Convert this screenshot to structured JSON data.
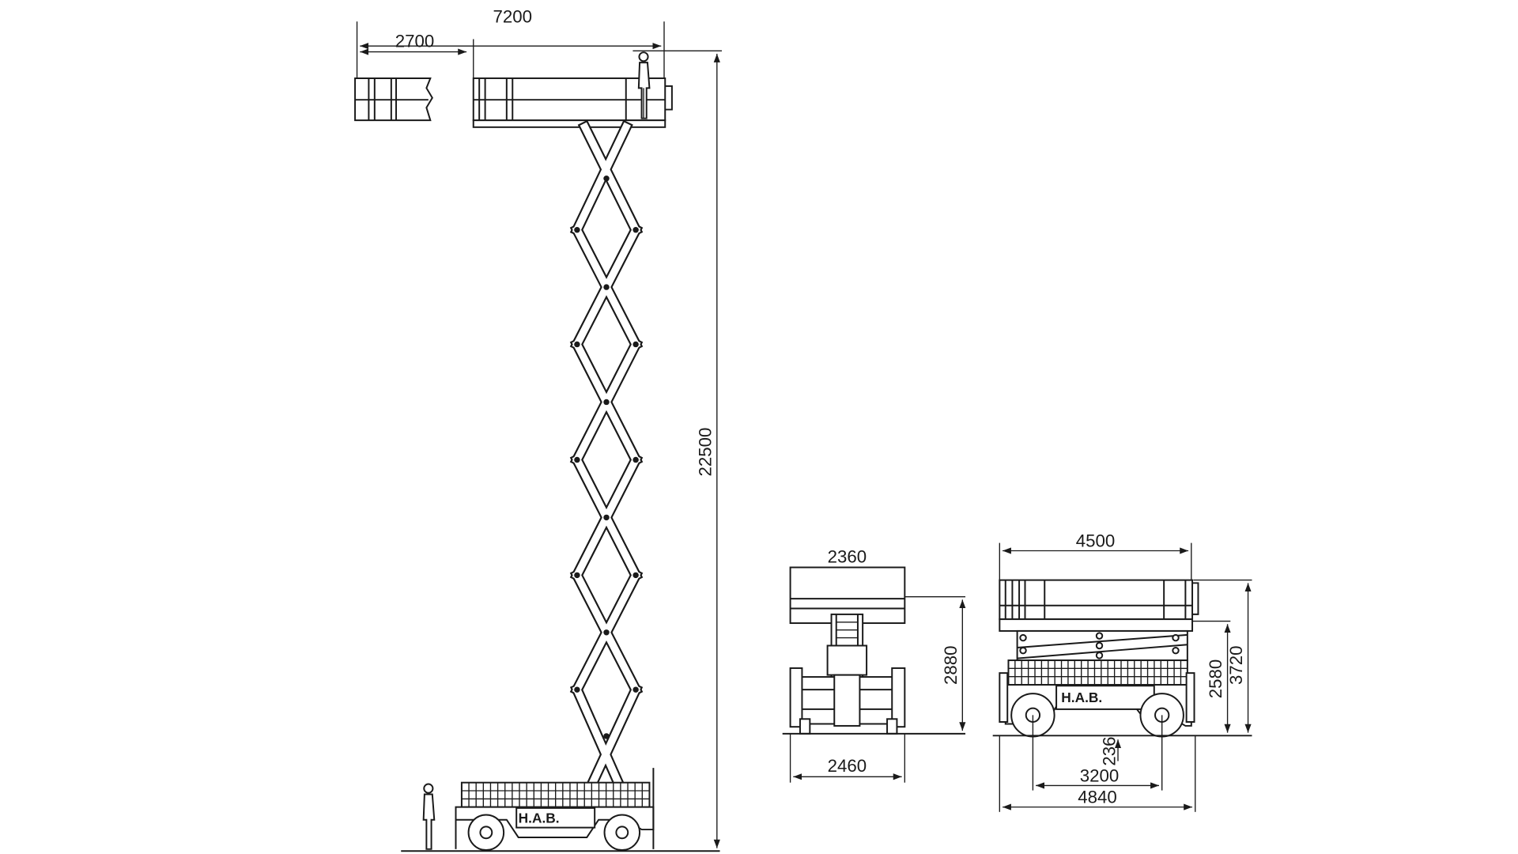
{
  "drawing": {
    "brand_label": "H.A.B.",
    "side_view": {
      "platform_length": "7200",
      "extension_length": "2700",
      "working_height": "22500"
    },
    "end_view": {
      "platform_width": "2360",
      "stowed_height": "2880",
      "overall_width": "2460"
    },
    "stowed_side_view": {
      "platform_length": "4500",
      "platform_height": "2580",
      "overall_height": "3720",
      "ground_clearance": "236",
      "wheelbase": "3200",
      "overall_length": "4840"
    }
  }
}
